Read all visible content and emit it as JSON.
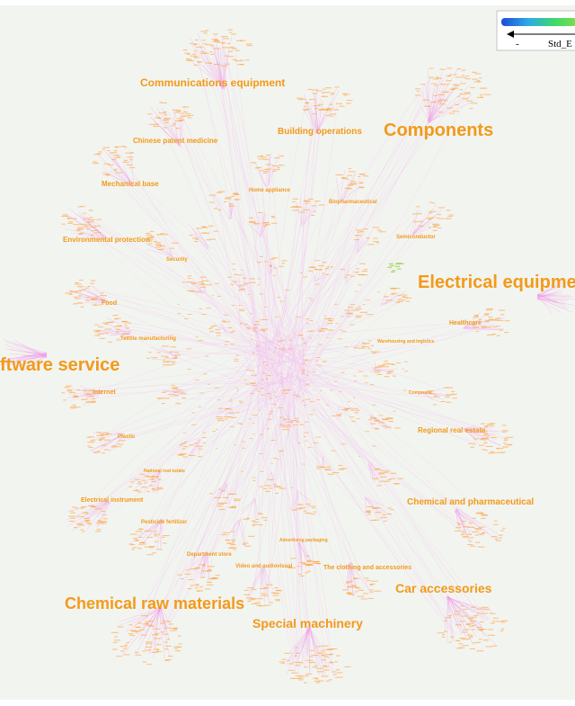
{
  "legend": {
    "label": "Std_E",
    "minus_label": "-",
    "gradient_colors": [
      "#1e4bd8",
      "#2ea8e8",
      "#3ed96a",
      "#7ae04a"
    ]
  },
  "colors": {
    "background": "#f2f4f0",
    "label": "#f29a1a",
    "node": "#ff9a2e",
    "edge": "#f28ee8"
  },
  "clusters_major": [
    {
      "label": "Components"
    },
    {
      "label": "Electrical equipme"
    },
    {
      "label": "ftware service"
    },
    {
      "label": "Chemical raw materials"
    },
    {
      "label": "Special machinery"
    },
    {
      "label": "Car accessories"
    }
  ],
  "clusters_medium": [
    {
      "label": "Communications equipment"
    },
    {
      "label": "Building operations"
    },
    {
      "label": "Chemical and pharmaceutical"
    }
  ],
  "clusters_small": [
    {
      "label": "Chinese patent medicine"
    },
    {
      "label": "Mechanical base"
    },
    {
      "label": "Environmental protection"
    },
    {
      "label": "Food"
    },
    {
      "label": "Textile manufacturing"
    },
    {
      "label": "Internet"
    },
    {
      "label": "Plastic"
    },
    {
      "label": "Electrical instrument"
    },
    {
      "label": "Pesticide fertilizer"
    },
    {
      "label": "Department store"
    },
    {
      "label": "Video and audiovisual"
    },
    {
      "label": "Advertising packaging"
    },
    {
      "label": "The clothing and accessories"
    },
    {
      "label": "Regional real estate"
    },
    {
      "label": "Healthcare"
    },
    {
      "label": "Semiconductor"
    },
    {
      "label": "Biopharmaceutical"
    },
    {
      "label": "Home appliance"
    },
    {
      "label": "Security"
    },
    {
      "label": "Warehousing and logistics"
    },
    {
      "label": "Composite"
    },
    {
      "label": "National real estate"
    }
  ]
}
